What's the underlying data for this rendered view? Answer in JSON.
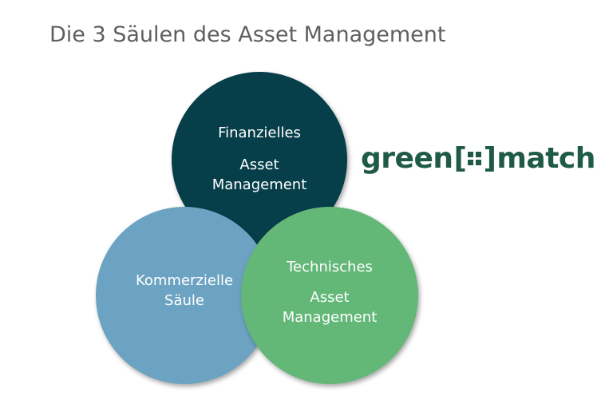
{
  "title": "Die 3 Säulen des Asset Management",
  "logo": {
    "left_text": "green",
    "bracket_open": "[",
    "bracket_close": "]",
    "right_text": "match",
    "color": "#1f5a47"
  },
  "circles": [
    {
      "id": "finanzielles",
      "line1": "Finanzielles",
      "line2": "Asset",
      "line3": "Management",
      "color": "#063f4a"
    },
    {
      "id": "kommerzielle",
      "line1": "Kommerzielle",
      "line2": "Säule",
      "color": "#6ca3c2"
    },
    {
      "id": "technisches",
      "line1": "Technisches",
      "line2": "Asset",
      "line3": "Management",
      "color": "#63b878"
    }
  ]
}
